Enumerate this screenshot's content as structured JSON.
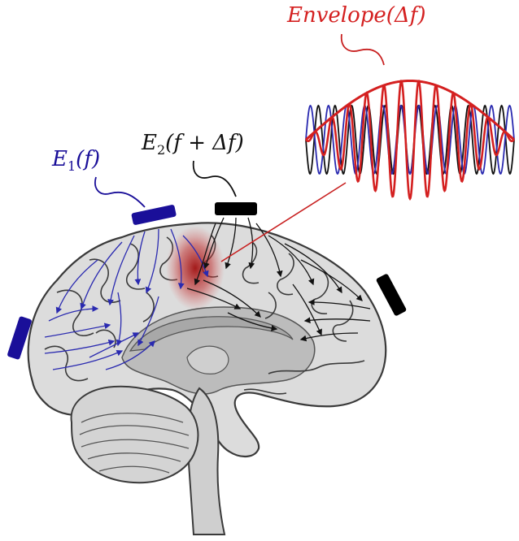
{
  "labels": {
    "envelope": "Envelope(Δf)",
    "e2_main": "E",
    "e2_sub": "2",
    "e2_arg": "(f + Δf)",
    "e1_main": "E",
    "e1_sub": "1",
    "e1_arg": "(f)"
  },
  "colors": {
    "electrode_1": "#1a0f99",
    "electrode_2": "#000000",
    "envelope": "#d42020",
    "wave_1": "#2a2ab0",
    "wave_2": "#111111",
    "focus": "#b01818",
    "brain_fill": "#d8d8d8",
    "brain_outline": "#444444"
  },
  "icons": {
    "electrode": "rounded-rectangle",
    "brain": "sagittal-brain-section"
  }
}
